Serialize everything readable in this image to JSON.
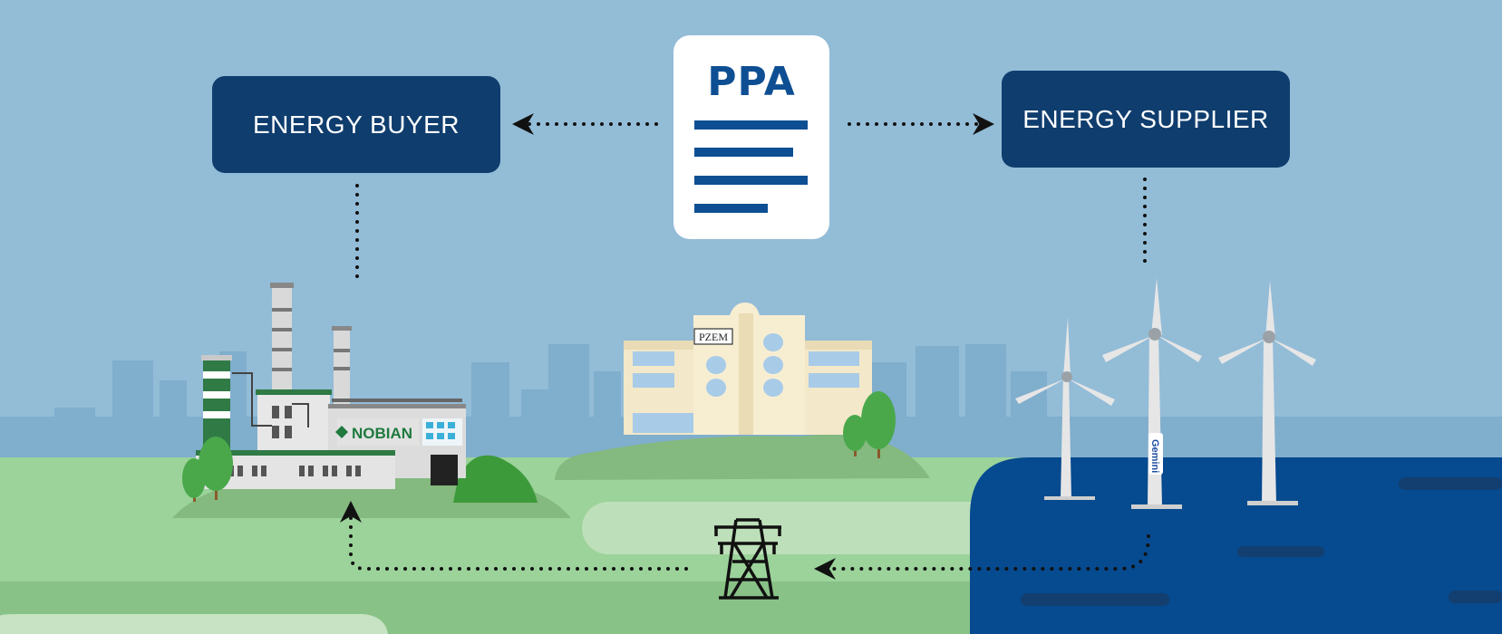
{
  "diagram": {
    "nodes": {
      "buyer": {
        "label": "ENERGY BUYER"
      },
      "supplier": {
        "label": "ENERGY SUPPLIER"
      },
      "contract": {
        "title": "PPA"
      }
    },
    "signs": {
      "factory": "NOBIAN",
      "office": "PZEM",
      "turbine": "Gemini"
    },
    "colors": {
      "sky": "#93bcd7",
      "grass": "#9bd39a",
      "sea": "#064a8f",
      "box": "#0f3d6e",
      "doc_ink": "#0e4f93"
    }
  }
}
